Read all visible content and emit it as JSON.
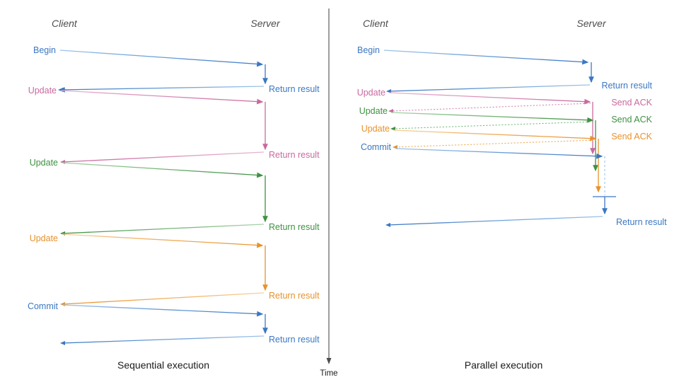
{
  "figure": {
    "divider_color": "#4d4d4d",
    "time_axis": {
      "label": "Time",
      "color": "#4d4d4d"
    },
    "palette": {
      "blue": "#3b78c3",
      "blue_light": "#7faede",
      "pink": "#c9699e",
      "pink_light": "#e0a6c6",
      "green": "#3f9142",
      "green_light": "#8cc68e",
      "orange": "#e8922b",
      "orange_light": "#f4bd78"
    }
  },
  "panels": [
    {
      "id": "sequential",
      "caption": "Sequential execution",
      "actors": {
        "client": "Client",
        "server": "Server"
      },
      "client_labels": [
        {
          "text": "Begin",
          "color": "#3b78c3"
        },
        {
          "text": "Update",
          "color": "#c9699e"
        },
        {
          "text": "Update",
          "color": "#3f9142"
        },
        {
          "text": "Update",
          "color": "#e8922b"
        },
        {
          "text": "Commit",
          "color": "#3b78c3"
        }
      ],
      "server_labels": [
        {
          "text": "Return result",
          "color": "#3b78c3"
        },
        {
          "text": "Return result",
          "color": "#c9699e"
        },
        {
          "text": "Return result",
          "color": "#3f9142"
        },
        {
          "text": "Return result",
          "color": "#e8922b"
        },
        {
          "text": "Return result",
          "color": "#3b78c3"
        }
      ]
    },
    {
      "id": "parallel",
      "caption": "Parallel execution",
      "actors": {
        "client": "Client",
        "server": "Server"
      },
      "client_labels": [
        {
          "text": "Begin",
          "color": "#3b78c3"
        },
        {
          "text": "Update",
          "color": "#c9699e"
        },
        {
          "text": "Update",
          "color": "#3f9142"
        },
        {
          "text": "Update",
          "color": "#e8922b"
        },
        {
          "text": "Commit",
          "color": "#3b78c3"
        }
      ],
      "server_labels": [
        {
          "text": "Return result",
          "color": "#3b78c3"
        },
        {
          "text": "Send ACK",
          "color": "#c9699e"
        },
        {
          "text": "Send ACK",
          "color": "#3f9142"
        },
        {
          "text": "Send ACK",
          "color": "#e8922b"
        },
        {
          "text": "Return result",
          "color": "#3b78c3"
        }
      ]
    }
  ],
  "chart_data": {
    "type": "diagram",
    "title": "Sequential vs parallel transaction execution",
    "subtype": "sequence-diagram",
    "axis": {
      "vertical": "Time",
      "direction": "downward"
    },
    "lifelines": [
      "Client",
      "Server"
    ],
    "sequential": {
      "messages": [
        {
          "from": "Client",
          "to": "Server",
          "label": "Begin",
          "color": "blue",
          "t_send": 71,
          "t_recv": 91
        },
        {
          "from": "Server",
          "to": "Client",
          "label": "Return result",
          "color": "blue",
          "t_send": 122,
          "t_recv": 127
        },
        {
          "from": "Client",
          "to": "Server",
          "label": "Update",
          "color": "pink",
          "t_send": 128,
          "t_recv": 144
        },
        {
          "from": "Server",
          "to": "Client",
          "label": "Return result",
          "color": "pink",
          "t_send": 215,
          "t_recv": 229
        },
        {
          "from": "Client",
          "to": "Server",
          "label": "Update",
          "color": "green",
          "t_send": 230,
          "t_recv": 248
        },
        {
          "from": "Server",
          "to": "Client",
          "label": "Return result",
          "color": "green",
          "t_send": 317,
          "t_recv": 330
        },
        {
          "from": "Client",
          "to": "Server",
          "label": "Update",
          "color": "orange",
          "t_send": 331,
          "t_recv": 347
        },
        {
          "from": "Server",
          "to": "Client",
          "label": "Return result",
          "color": "orange",
          "t_send": 414,
          "t_recv": 430
        },
        {
          "from": "Client",
          "to": "Server",
          "label": "Commit",
          "color": "blue",
          "t_send": 431,
          "t_recv": 444
        },
        {
          "from": "Server",
          "to": "Client",
          "label": "Return result",
          "color": "blue",
          "t_send": 475,
          "t_recv": 485
        }
      ]
    },
    "parallel": {
      "messages": [
        {
          "from": "Client",
          "to": "Server",
          "label": "Begin",
          "color": "blue",
          "t_send": 71,
          "t_recv": 88
        },
        {
          "from": "Server",
          "to": "Client",
          "label": "Return result",
          "color": "blue",
          "t_send": 120,
          "t_recv": 129
        },
        {
          "from": "Client",
          "to": "Server",
          "label": "Update",
          "color": "pink",
          "t_send": 131,
          "t_recv": 144
        },
        {
          "from": "Server",
          "to": "Client",
          "label": "Send ACK",
          "color": "pink",
          "t_send": 144,
          "t_recv": 157,
          "style": "dotted"
        },
        {
          "from": "Client",
          "to": "Server",
          "label": "Update",
          "color": "green",
          "t_send": 158,
          "t_recv": 170
        },
        {
          "from": "Server",
          "to": "Client",
          "label": "Send ACK",
          "color": "green",
          "t_send": 170,
          "t_recv": 182,
          "style": "dotted"
        },
        {
          "from": "Client",
          "to": "Server",
          "label": "Update",
          "color": "orange",
          "t_send": 183,
          "t_recv": 196
        },
        {
          "from": "Server",
          "to": "Client",
          "label": "Send ACK",
          "color": "orange",
          "t_send": 196,
          "t_recv": 208,
          "style": "dotted"
        },
        {
          "from": "Client",
          "to": "Server",
          "label": "Commit",
          "color": "blue",
          "t_send": 209,
          "t_recv": 221
        },
        {
          "from": "Server",
          "to": "Client",
          "label": "Return result",
          "color": "blue",
          "t_send": 305,
          "t_recv": 318
        }
      ],
      "server_work": [
        {
          "color": "pink",
          "t_start": 144,
          "t_end": 221
        },
        {
          "color": "green",
          "t_start": 170,
          "t_end": 245
        },
        {
          "color": "orange",
          "t_start": 196,
          "t_end": 275
        },
        {
          "color": "blue",
          "t_start": 221,
          "t_end": 305,
          "style": "dashed-wait"
        }
      ]
    }
  }
}
